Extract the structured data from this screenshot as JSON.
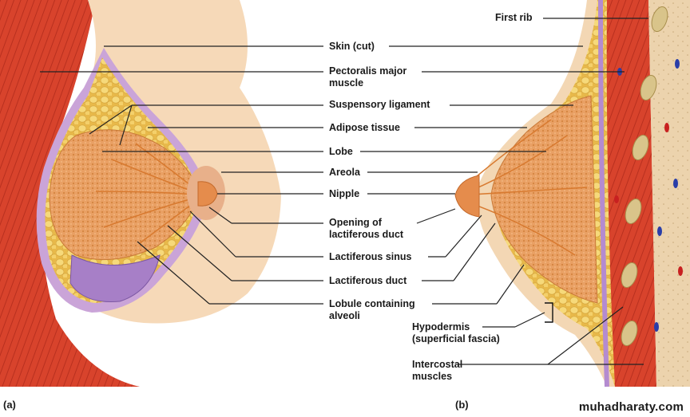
{
  "figure": {
    "panel_a": "(a)",
    "panel_b": "(b)",
    "watermark": "muhadharaty.com"
  },
  "labels": {
    "first_rib": "First rib",
    "skin_cut": "Skin (cut)",
    "pectoralis_major": "Pectoralis major\nmuscle",
    "suspensory_ligament": "Suspensory ligament",
    "adipose_tissue": "Adipose tissue",
    "lobe": "Lobe",
    "areola": "Areola",
    "nipple": "Nipple",
    "opening_lactiferous_duct": "Opening of\nlactiferous duct",
    "lactiferous_sinus": "Lactiferous sinus",
    "lactiferous_duct": "Lactiferous duct",
    "lobule_alveoli": "Lobule containing\nalveoli",
    "hypodermis": "Hypodermis\n(superficial fascia)",
    "intercostal_muscles": "Intercostal\nmuscles"
  },
  "colors": {
    "muscle": "#d9442e",
    "skin": "#f6d7b6",
    "gland": "#e89a5c",
    "fat": "#f2cf6a",
    "fascia": "#c9a7d6",
    "rib": "#d8c48c",
    "leader_line": "#222222"
  }
}
